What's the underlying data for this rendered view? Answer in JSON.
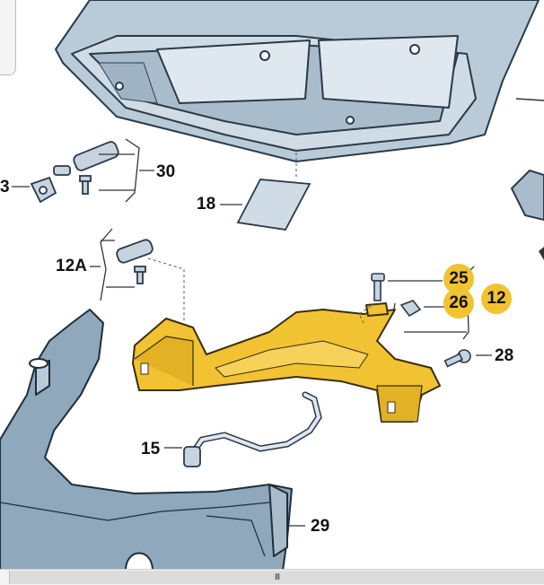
{
  "diagram": {
    "callouts": {
      "part_3": "3",
      "part_30": "30",
      "part_18": "18",
      "part_12A": "12A",
      "part_25": "25",
      "part_26": "26",
      "part_12": "12",
      "part_28": "28",
      "part_15": "15",
      "part_29": "29"
    },
    "colors": {
      "headlight": "#b9cbd8",
      "bracket": "#f1c232",
      "panel": "#8fa8bb",
      "badge": "#f1c232"
    }
  },
  "scrollbar": {
    "grip": "III"
  }
}
